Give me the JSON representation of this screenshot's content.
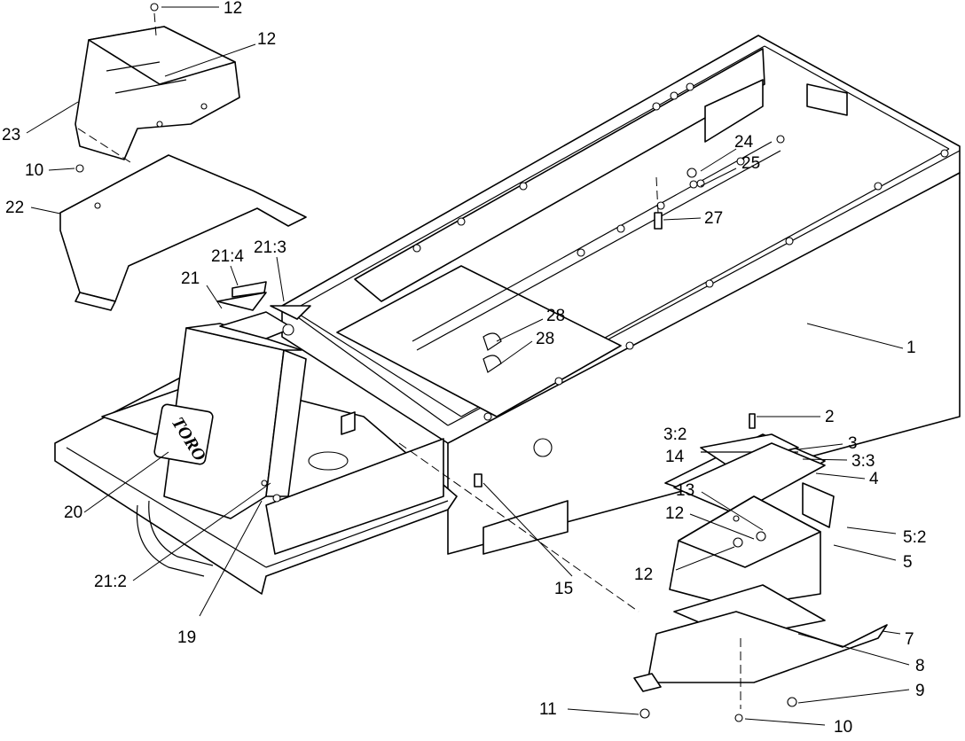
{
  "brand": "TORO",
  "callouts": [
    "12",
    "12",
    "23",
    "10",
    "22",
    "21",
    "21:4",
    "21:3",
    "24",
    "25",
    "27",
    "28",
    "28",
    "1",
    "2",
    "3:2",
    "14",
    "3",
    "3:3",
    "4",
    "13",
    "12",
    "12",
    "5:2",
    "5",
    "20",
    "21:2",
    "19",
    "15",
    "7",
    "8",
    "9",
    "11",
    "10"
  ]
}
